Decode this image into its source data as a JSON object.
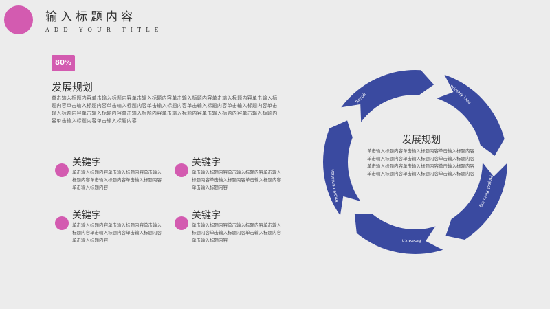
{
  "header": {
    "title": "输入标题内容",
    "subtitle": "ADD YOUR TITLE"
  },
  "badge": {
    "label": "80%"
  },
  "plan": {
    "heading": "发展规划",
    "body": "单击输入标题内容单击输入标题内容单击输入标题内容单击输入标题内容单击输入标题内容单击输入标题内容单击输入标题内容单击输入标题内容单击输入标题内容单击输入标题内容单击输入标题内容单击输入标题内容单击输入标题内容单击输入标题内容单击输入标题内容单击输入标题内容单击输入标题内容单击输入标题内容单击输入标题内容"
  },
  "keywords": [
    {
      "title": "关键字",
      "body": "单击输入标题内容单击输入标题内容单击输入标题内容单击输入标题内容单击输入标题内容单击输入标题内容"
    },
    {
      "title": "关键字",
      "body": "单击输入标题内容单击输入标题内容单击输入标题内容单击输入标题内容单击输入标题内容单击输入标题内容"
    },
    {
      "title": "关键字",
      "body": "单击输入标题内容单击输入标题内容单击输入标题内容单击输入标题内容单击输入标题内容单击输入标题内容"
    },
    {
      "title": "关键字",
      "body": "单击输入标题内容单击输入标题内容单击输入标题内容单击输入标题内容单击输入标题内容单击输入标题内容"
    }
  ],
  "cycle": {
    "heading": "发展规划",
    "body": "单击输入标题内容单击输入标题内容单击输入标题内容单击输入标题内容单击输入标题内容单击输入标题内容单击输入标题内容单击输入标题内容单击输入标题内容单击输入标题内容单击输入标题内容单击输入标题内容",
    "segments": [
      "Result",
      "Primary idea",
      "Project Planning",
      "Research",
      "Implementation"
    ]
  },
  "colors": {
    "accent": "#d35bb0",
    "ring": "#3a4aa0"
  }
}
